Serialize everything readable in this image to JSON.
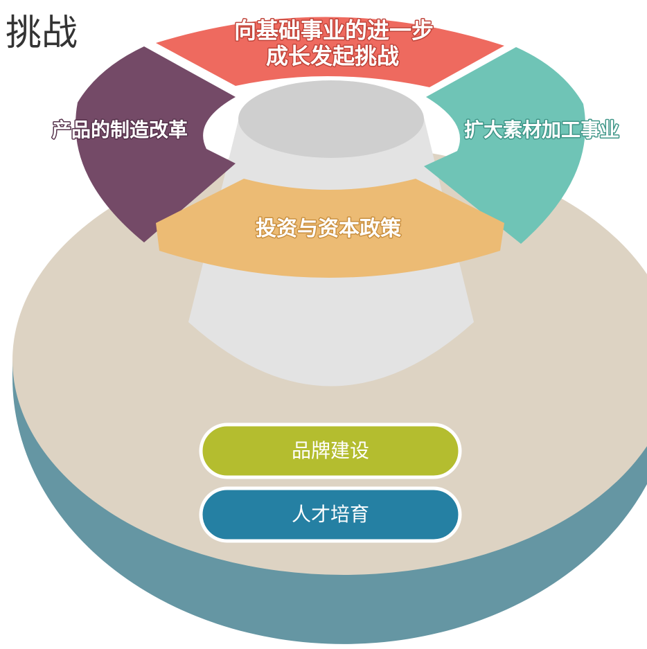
{
  "heading": "挑战",
  "segments": {
    "top": {
      "line1": "向基础事业的进一步",
      "line2": "成长发起挑战",
      "color": "#ee6a5f"
    },
    "left": {
      "label": "产品的制造改革",
      "color": "#744a67"
    },
    "right": {
      "label": "扩大素材加工事业",
      "color": "#6fc4b6"
    },
    "bottom": {
      "label": "投资与资本政策",
      "color": "#ecbb74"
    }
  },
  "pills": [
    {
      "label": "品牌建设",
      "color": "#b4bd2f"
    },
    {
      "label": "人才培育",
      "color": "#2580a3"
    }
  ],
  "colors": {
    "disc_top": "#ddd3c3",
    "disc_side": "#6596a3",
    "cone": "#e3e3e3",
    "cone_top": "#cfcfcf"
  }
}
